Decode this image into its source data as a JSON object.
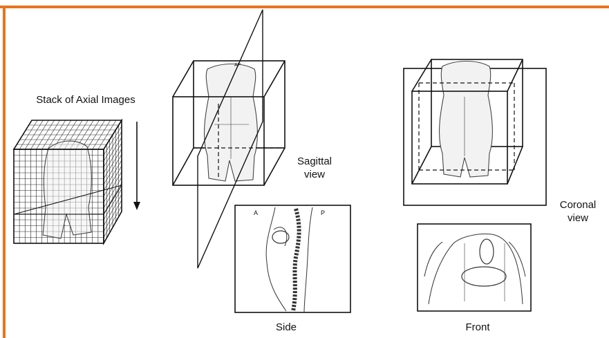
{
  "labels": {
    "axial_stack": "Stack of Axial Images",
    "sagittal_view": "Sagittal\nview",
    "coronal_view": "Coronal\nview",
    "side": "Side",
    "front": "Front",
    "anterior": "A",
    "posterior": "P",
    "ap_marker": "AP"
  },
  "colors": {
    "frame": "#e8741e",
    "ink": "#111111"
  }
}
